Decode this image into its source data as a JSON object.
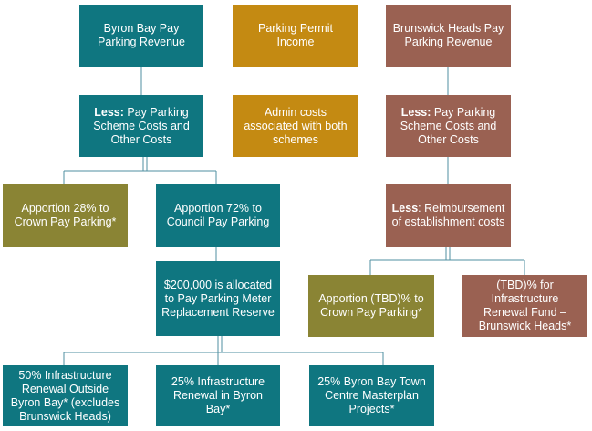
{
  "boxes": {
    "byron_revenue": {
      "text": "Byron Bay Pay Parking Revenue",
      "color": "#0f7680"
    },
    "permit_income": {
      "text": "Parking Permit Income",
      "color": "#c48a12"
    },
    "brunswick_revenue": {
      "text": "Brunswick Heads Pay Parking Revenue",
      "color": "#9a6152"
    },
    "byron_less": {
      "bold": "Less:",
      "text": " Pay Parking Scheme Costs and Other Costs"
    },
    "admin_costs": {
      "text": "Admin costs associated with both schemes"
    },
    "brunswick_less": {
      "bold": "Less:",
      "text": " Pay Parking Scheme Costs and Other Costs"
    },
    "crown_28": {
      "text": "Apportion 28% to Crown Pay Parking*",
      "color": "#8a8434"
    },
    "council_72": {
      "text": "Apportion 72% to Council Pay Parking"
    },
    "reimbursement": {
      "bold": "Less",
      "text": ": Reimbursement of establishment costs"
    },
    "allocation_200k": {
      "text": "$200,000 is allocated to Pay Parking Meter Replacement Reserve"
    },
    "crown_tbd": {
      "text": "Apportion (TBD)% to Crown Pay Parking*"
    },
    "infra_brunswick": {
      "text": "(TBD)% for Infrastructure Renewal Fund – Brunswick Heads*"
    },
    "infra_outside": {
      "text": "50% Infrastructure Renewal Outside Byron Bay* (excludes Brunswick Heads)"
    },
    "infra_byron": {
      "text": "25% Infrastructure Renewal in Byron Bay*"
    },
    "masterplan": {
      "text": "25% Byron Bay Town Centre Masterplan Projects*"
    }
  }
}
